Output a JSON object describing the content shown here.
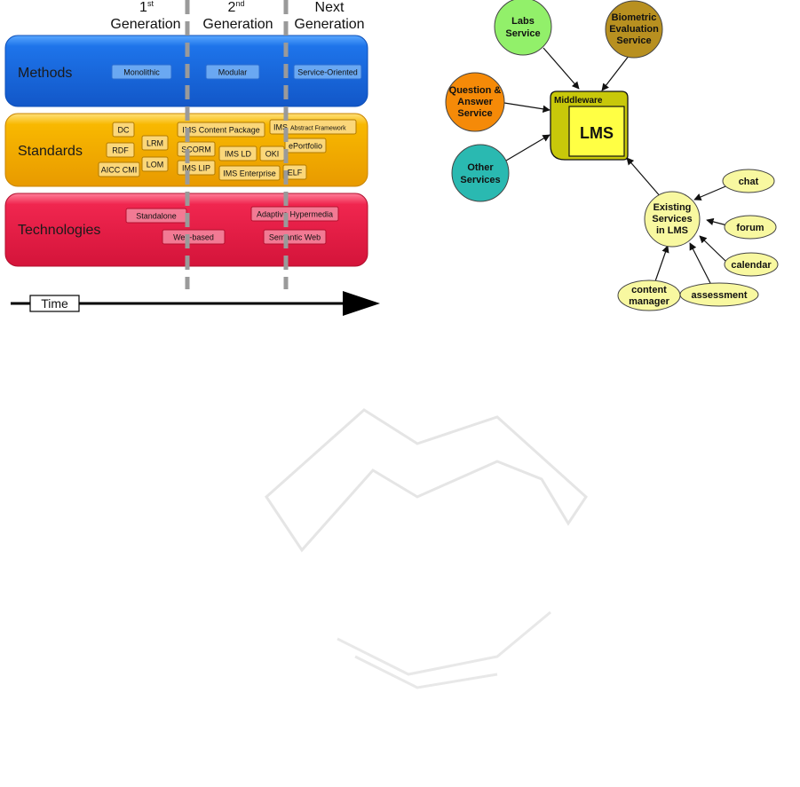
{
  "timeline": {
    "generations": [
      {
        "num": "1",
        "sup": "st",
        "label": "Generation"
      },
      {
        "num": "2",
        "sup": "nd",
        "label": "Generation"
      },
      {
        "label_line1": "Next",
        "label": "Generation"
      }
    ],
    "time_label": "Time",
    "lanes": {
      "methods": {
        "title": "Methods",
        "items": [
          "Monolithic",
          "Modular",
          "Service-Oriented"
        ]
      },
      "standards": {
        "title": "Standards",
        "items": [
          "DC",
          "RDF",
          "AICC CMI",
          "LRM",
          "LOM",
          "IMS Content Package",
          "SCORM",
          "IMS LIP",
          "IMS LD",
          "IMS Enterprise",
          "OKI",
          "IMS",
          "Abstract Framework",
          "ePortfolio",
          "ELF"
        ]
      },
      "technologies": {
        "title": "Technologies",
        "items": [
          "Standalone",
          "Web-based",
          "Adaptive Hypermedia",
          "Semantic Web"
        ]
      }
    },
    "colors": {
      "methods": "#1e6fe0",
      "standards": "#f5b400",
      "technologies": "#f0204a"
    }
  },
  "lms_diagram": {
    "center": {
      "header": "Middleware",
      "label": "LMS"
    },
    "services": [
      {
        "label": [
          "Labs",
          "Service"
        ],
        "color": "#8ef06a"
      },
      {
        "label": [
          "Biometric",
          "Evaluation",
          "Service"
        ],
        "color": "#b8901e"
      },
      {
        "label": [
          "Question &",
          "Answer",
          "Service"
        ],
        "color": "#f58a0a"
      },
      {
        "label": [
          "Other",
          "Services"
        ],
        "color": "#27b8b0"
      },
      {
        "label": [
          "Existing",
          "Services",
          "in LMS"
        ],
        "color": "#f8f8a0"
      }
    ],
    "tools": [
      "chat",
      "forum",
      "calendar",
      "assessment",
      [
        "content",
        "manager"
      ]
    ]
  },
  "watermark": {
    "title": "SCITEPRESS",
    "subtitle": "SCIENCE AND TECHNOLOGY PUBLICATIONS"
  }
}
